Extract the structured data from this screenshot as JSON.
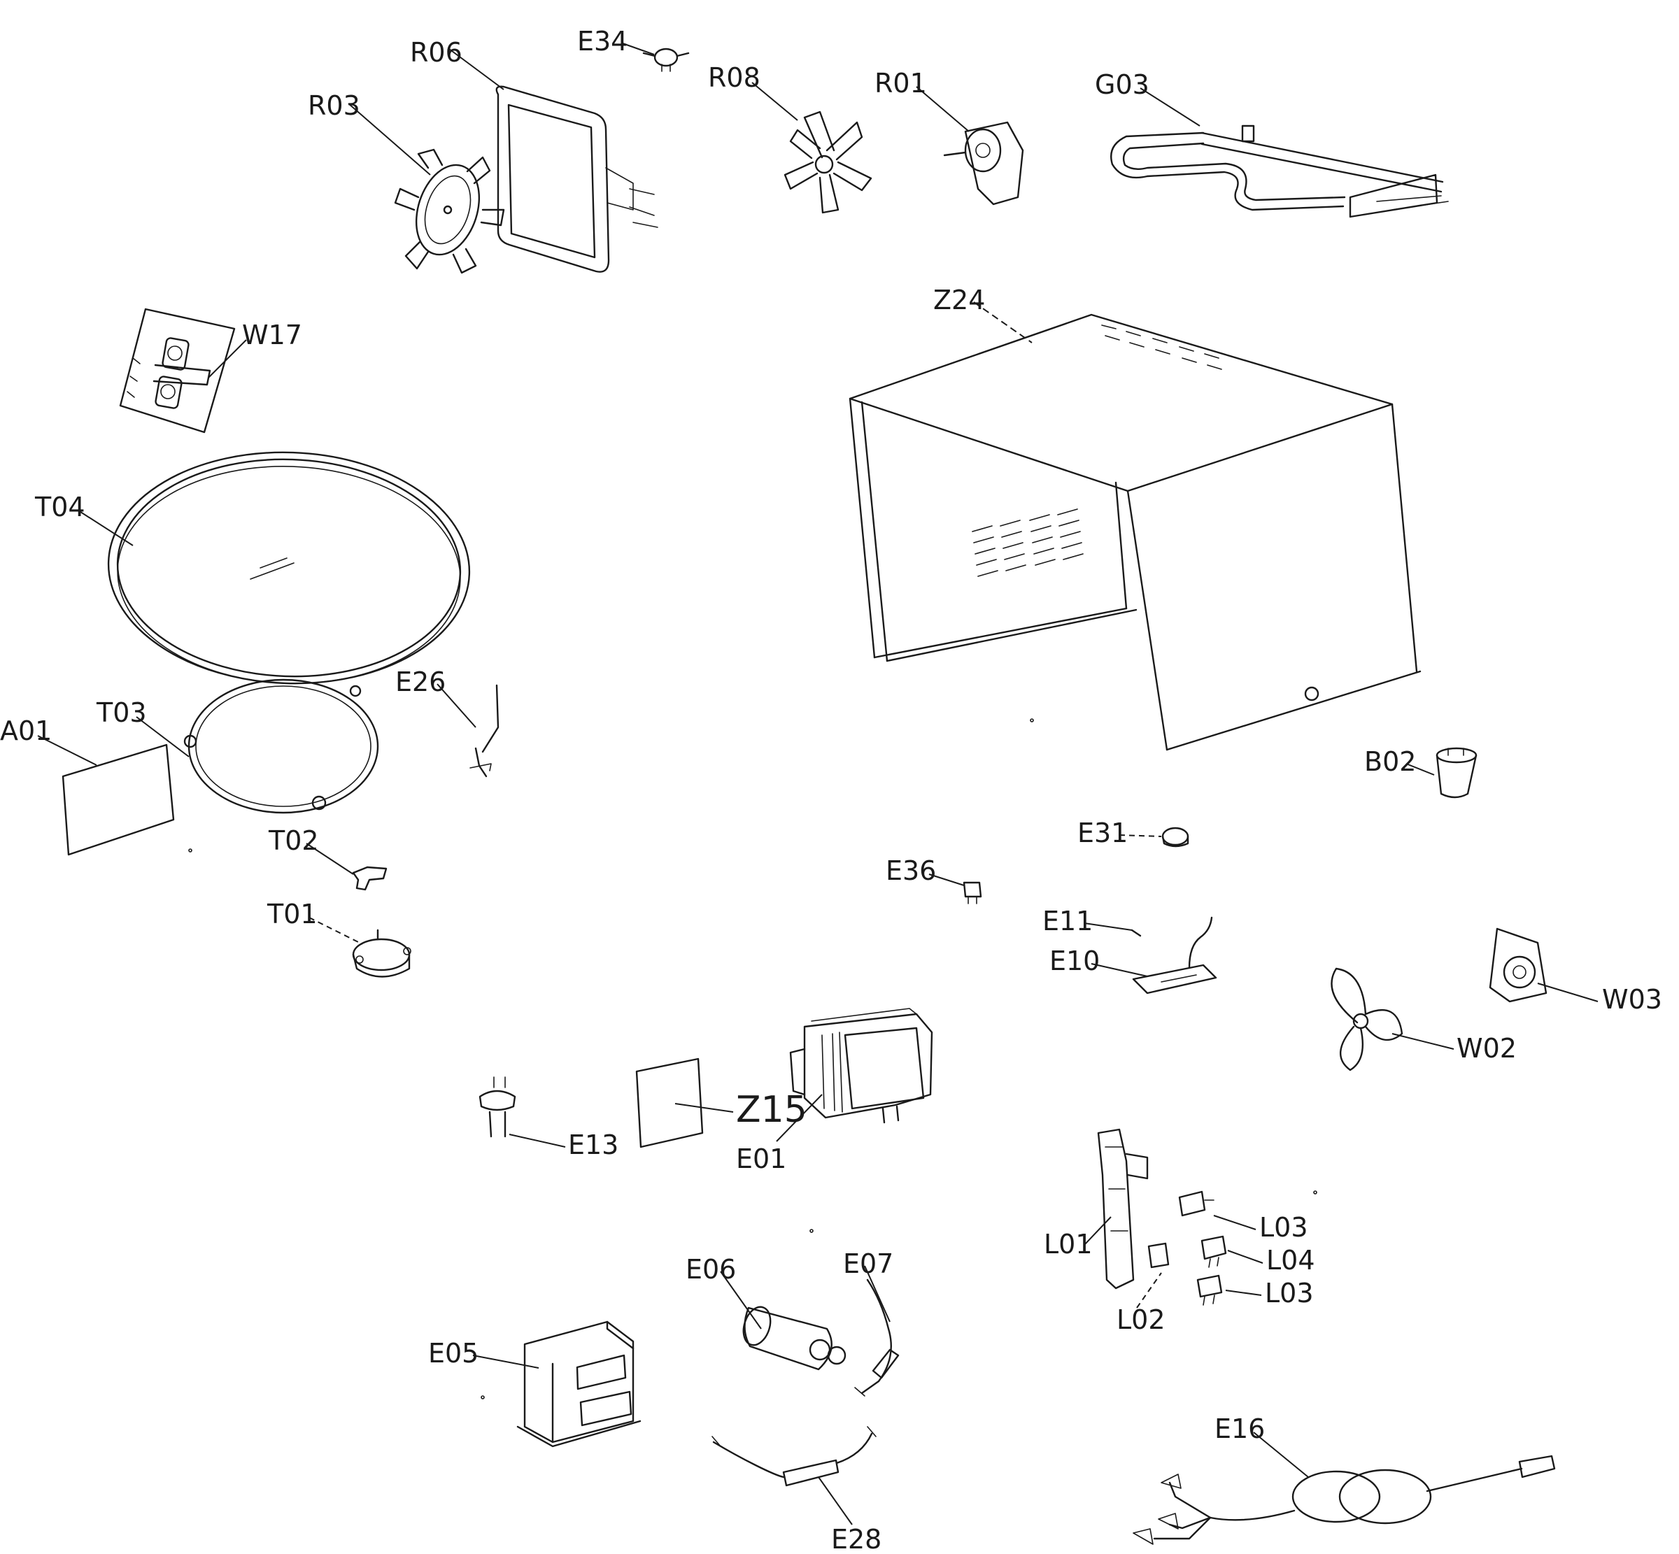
{
  "labels": {
    "R06": "R06",
    "E34": "E34",
    "R08": "R08",
    "R01": "R01",
    "G03": "G03",
    "R03": "R03",
    "W17": "W17",
    "Z24": "Z24",
    "T04": "T04",
    "E26": "E26",
    "T03": "T03",
    "A01": "A01",
    "B02": "B02",
    "T02": "T02",
    "E31": "E31",
    "E36": "E36",
    "T01": "T01",
    "E11": "E11",
    "E10": "E10",
    "W03": "W03",
    "W02": "W02",
    "Z15": "Z15",
    "E13": "E13",
    "E01": "E01",
    "L03a": "L03",
    "L01": "L01",
    "L04": "L04",
    "L03b": "L03",
    "L02": "L02",
    "E06": "E06",
    "E07": "E07",
    "E05": "E05",
    "E16": "E16",
    "E28": "E28"
  }
}
